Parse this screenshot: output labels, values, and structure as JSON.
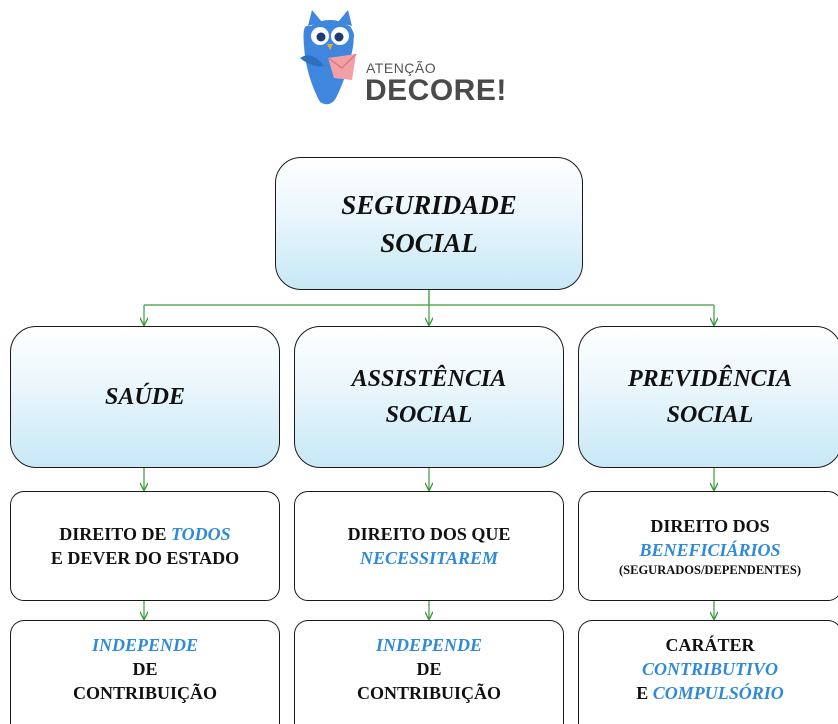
{
  "logo": {
    "line1": "ATENÇÃO",
    "line2": "DECORE!"
  },
  "root": {
    "line1": "SEGURIDADE",
    "line2": "SOCIAL"
  },
  "branches": [
    {
      "title": "SAÚDE",
      "right": {
        "pre": "DIREITO DE ",
        "hl": "TODOS",
        "line2": "E DEVER DO ESTADO"
      },
      "contrib": {
        "hl": "INDEPENDE",
        "line2": "DE",
        "line3": "CONTRIBUIÇÃO"
      }
    },
    {
      "title1": "ASSISTÊNCIA",
      "title2": "SOCIAL",
      "right": {
        "line1": "DIREITO DOS QUE",
        "hl": "NECESSITAREM"
      },
      "contrib": {
        "hl": "INDEPENDE",
        "line2": "DE",
        "line3": "CONTRIBUIÇÃO"
      }
    },
    {
      "title1": "PREVIDÊNCIA",
      "title2": "SOCIAL",
      "right": {
        "line1": "DIREITO DOS",
        "hl": "BENEFICIÁRIOS",
        "small": "(SEGURADOS/DEPENDENTES)"
      },
      "contrib": {
        "line1": "CARÁTER",
        "hl1": "CONTRIBUTIVO",
        "pre3": "E ",
        "hl2": "COMPULSÓRIO"
      }
    }
  ],
  "colors": {
    "connector": "#3c9a3c",
    "highlight": "#2f8ad8",
    "logo_blue": "#3f86de",
    "logo_pink": "#f2a0a6"
  }
}
